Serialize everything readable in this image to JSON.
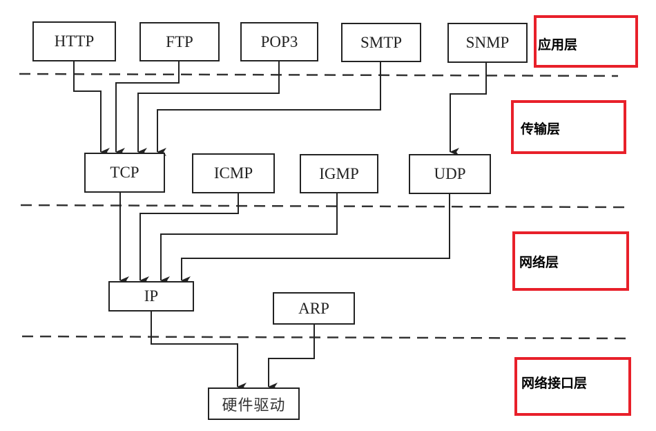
{
  "diagram": {
    "type": "tcp-ip-protocol-stack",
    "layers": [
      {
        "id": "application",
        "label": "应用层"
      },
      {
        "id": "transport",
        "label": "传输层"
      },
      {
        "id": "network",
        "label": "网络层"
      },
      {
        "id": "link",
        "label": "网络接口层"
      }
    ],
    "nodes": {
      "http": "HTTP",
      "ftp": "FTP",
      "pop3": "POP3",
      "smtp": "SMTP",
      "snmp": "SNMP",
      "tcp": "TCP",
      "icmp": "ICMP",
      "igmp": "IGMP",
      "udp": "UDP",
      "ip": "IP",
      "arp": "ARP",
      "hw": "硬件驱动"
    },
    "edges": [
      [
        "HTTP",
        "TCP"
      ],
      [
        "FTP",
        "TCP"
      ],
      [
        "POP3",
        "TCP"
      ],
      [
        "SMTP",
        "TCP"
      ],
      [
        "SNMP",
        "UDP"
      ],
      [
        "TCP",
        "IP"
      ],
      [
        "ICMP",
        "IP"
      ],
      [
        "IGMP",
        "IP"
      ],
      [
        "UDP",
        "IP"
      ],
      [
        "IP",
        "硬件驱动"
      ],
      [
        "ARP",
        "硬件驱动"
      ]
    ],
    "colors": {
      "line": "#222222",
      "layer_border": "#e8202a",
      "layer_text": "#000000"
    }
  }
}
